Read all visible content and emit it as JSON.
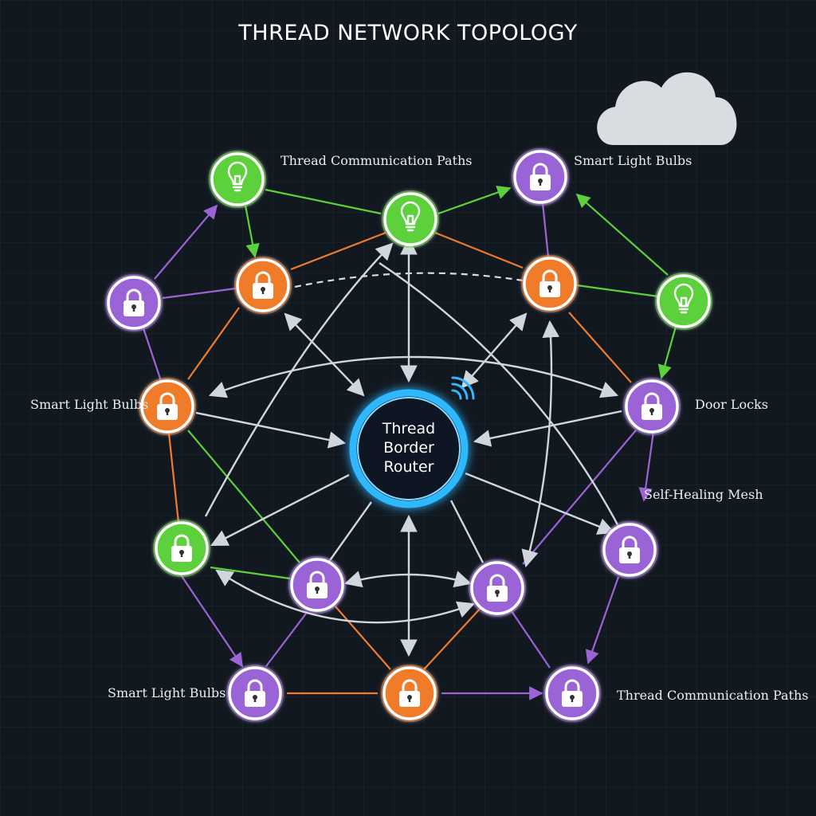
{
  "title": "THREAD NETWORK TOPOLOGY",
  "router": {
    "lines": [
      "Thread",
      "Border",
      "Router"
    ],
    "color": "#2fb8ff",
    "icon": "wifi-signal-icon"
  },
  "labels": {
    "top_center": "Thread Communication Paths",
    "top_right": "Smart Light Bulbs",
    "mid_left": "Smart Light Bulbs",
    "mid_right": "Door Locks",
    "self_healing": "Self-Healing Mesh",
    "bottom_left": "Smart Light Bulbs",
    "bottom_right": "Thread Communication Paths"
  },
  "colors": {
    "green": "#5dd13b",
    "orange": "#f07c2a",
    "purple": "#9a63d6",
    "link_gray": "#cfd6de",
    "background": "#121820"
  },
  "nodes": [
    {
      "id": "n1",
      "color": "green",
      "icon": "light-bulb-icon"
    },
    {
      "id": "n2",
      "color": "green",
      "icon": "light-bulb-icon"
    },
    {
      "id": "n3",
      "color": "purple",
      "icon": "lock-icon"
    },
    {
      "id": "n4",
      "color": "purple",
      "icon": "lock-icon"
    },
    {
      "id": "n5",
      "color": "orange",
      "icon": "lock-icon"
    },
    {
      "id": "n6",
      "color": "orange",
      "icon": "lock-icon"
    },
    {
      "id": "n7",
      "color": "green",
      "icon": "light-bulb-icon"
    },
    {
      "id": "n8",
      "color": "orange",
      "icon": "lock-icon"
    },
    {
      "id": "n9",
      "color": "purple",
      "icon": "lock-icon"
    },
    {
      "id": "n10",
      "color": "green",
      "icon": "lock-icon"
    },
    {
      "id": "n11",
      "color": "purple",
      "icon": "lock-icon"
    },
    {
      "id": "n12",
      "color": "purple",
      "icon": "lock-icon"
    },
    {
      "id": "n13",
      "color": "purple",
      "icon": "lock-icon"
    },
    {
      "id": "n14",
      "color": "purple",
      "icon": "lock-icon"
    },
    {
      "id": "n15",
      "color": "orange",
      "icon": "lock-icon"
    },
    {
      "id": "n16",
      "color": "purple",
      "icon": "lock-icon"
    }
  ],
  "cloud_icon": "cloud-icon"
}
